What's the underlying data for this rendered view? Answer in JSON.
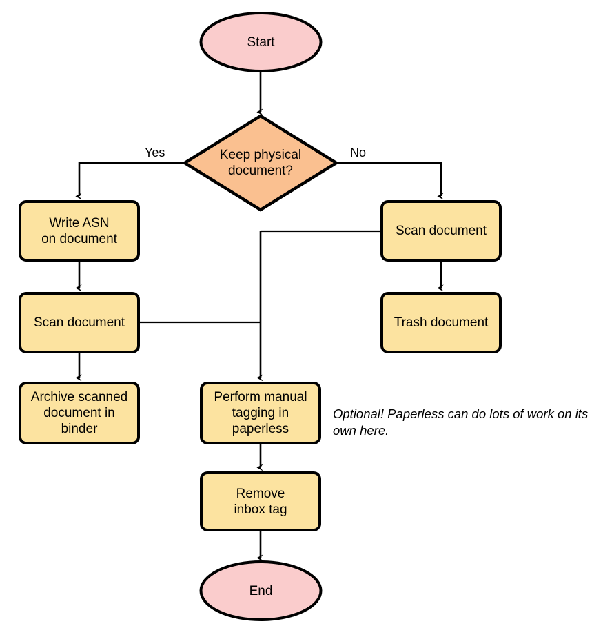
{
  "diagram": {
    "type": "flowchart",
    "orientation": "top-to-bottom",
    "title_visible": false,
    "colors": {
      "terminator_fill": "#facccc",
      "decision_fill": "#fac090",
      "process_fill": "#fce3a0",
      "stroke": "#000000",
      "text": "#000000",
      "background": "#ffffff"
    }
  },
  "nodes": {
    "start": {
      "label": "Start",
      "shape": "ellipse"
    },
    "decision": {
      "label": "Keep physical\ndocument?",
      "shape": "diamond"
    },
    "write_asn": {
      "label": "Write ASN\non document",
      "shape": "process"
    },
    "scan_left": {
      "label": "Scan document",
      "shape": "process"
    },
    "archive": {
      "label": "Archive scanned\ndocument in\nbinder",
      "shape": "process"
    },
    "scan_right": {
      "label": "Scan document",
      "shape": "process"
    },
    "trash": {
      "label": "Trash document",
      "shape": "process"
    },
    "tagging": {
      "label": "Perform manual\ntagging in\npaperless",
      "shape": "process"
    },
    "remove_inbox": {
      "label": "Remove\ninbox tag",
      "shape": "process"
    },
    "end": {
      "label": "End",
      "shape": "ellipse"
    }
  },
  "edge_labels": {
    "yes": "Yes",
    "no": "No"
  },
  "annotations": {
    "optional_note": "Optional! Paperless can do lots of work on its own here."
  }
}
